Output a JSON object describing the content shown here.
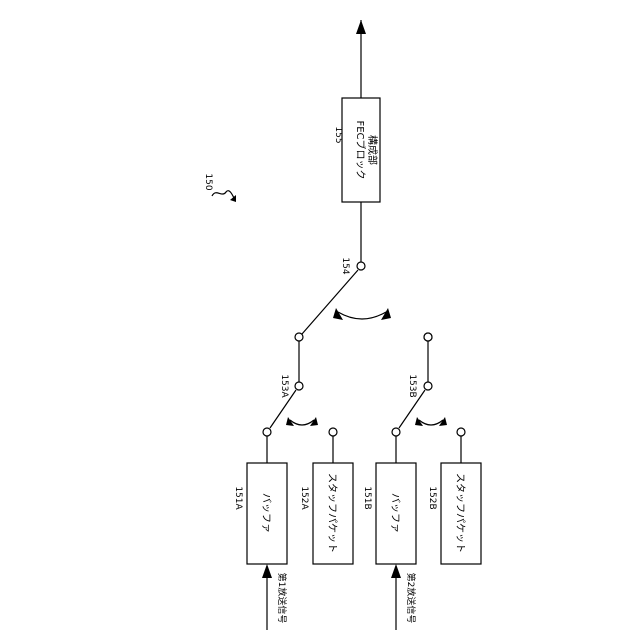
{
  "diagram": {
    "ref_system": "150",
    "fec_block": {
      "ref": "155",
      "line1": "FECブロック",
      "line2": "構成部"
    },
    "switch_main": {
      "ref": "154"
    },
    "buffer_a": {
      "ref": "151A",
      "label": "バッファ"
    },
    "stuff_a": {
      "ref": "152A",
      "label": "スタッフパケット"
    },
    "switch_a": {
      "ref": "153A"
    },
    "buffer_b": {
      "ref": "151B",
      "label": "バッファ"
    },
    "stuff_b": {
      "ref": "152B",
      "label": "スタッフパケット"
    },
    "switch_b": {
      "ref": "153B"
    },
    "input_a": "第1放送信号",
    "input_b": "第2放送信号"
  }
}
